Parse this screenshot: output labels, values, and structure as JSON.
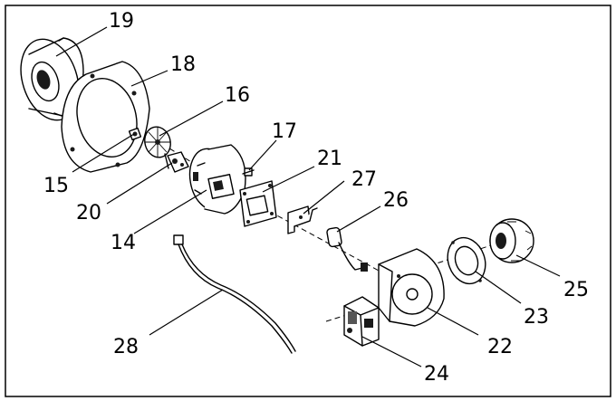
{
  "callouts": {
    "c14": "14",
    "c15": "15",
    "c16": "16",
    "c17": "17",
    "c18": "18",
    "c19": "19",
    "c20": "20",
    "c21": "21",
    "c22": "22",
    "c23": "23",
    "c24": "24",
    "c25": "25",
    "c26": "26",
    "c27": "27",
    "c28": "28"
  }
}
